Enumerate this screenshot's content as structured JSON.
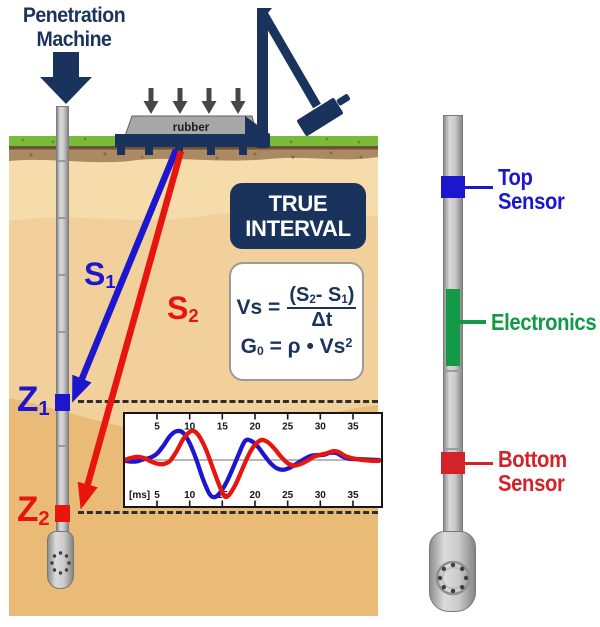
{
  "machine": {
    "title_line1": "Penetration",
    "title_line2": "Machine",
    "rubber_label": "rubber"
  },
  "method_box": {
    "line1": "TRUE",
    "line2": "INTERVAL"
  },
  "formula": {
    "vs_lhs": "Vs =",
    "num_p1": "(S",
    "num_s1": "2",
    "num_p2": "- S",
    "num_s2": "1",
    "num_p3": ")",
    "den": "Δt",
    "g_p1": "G",
    "g_s1": "0",
    "g_p2": " = ρ • Vs",
    "g_sup": "2"
  },
  "wave_labels": {
    "s1_base": "S",
    "s1_sub": "1",
    "s2_base": "S",
    "s2_sub": "2"
  },
  "depth_labels": {
    "z1_base": "Z",
    "z1_sub": "1",
    "z2_base": "Z",
    "z2_sub": "2"
  },
  "right_probe": {
    "top_sensor_line1": "Top",
    "top_sensor_line2": "Sensor",
    "electronics": "Electronics",
    "bottom_sensor_line1": "Bottom",
    "bottom_sensor_line2": "Sensor"
  },
  "chart_data": {
    "type": "line",
    "xlabel": "[ms]",
    "x_ticks": [
      5,
      10,
      15,
      20,
      25,
      30,
      35
    ],
    "x_range": [
      0,
      39
    ],
    "y_range": [
      -1,
      1
    ],
    "grid": false,
    "series": [
      {
        "name": "blue_trace",
        "color": "#1c17cf",
        "points": [
          [
            0,
            -0.02
          ],
          [
            1,
            -0.04
          ],
          [
            2,
            -0.03
          ],
          [
            3,
            0.02
          ],
          [
            4,
            0.06
          ],
          [
            5,
            0.16
          ],
          [
            6,
            0.36
          ],
          [
            7,
            0.6
          ],
          [
            8,
            0.72
          ],
          [
            9,
            0.68
          ],
          [
            10,
            0.42
          ],
          [
            11,
            0.02
          ],
          [
            12,
            -0.46
          ],
          [
            13,
            -0.84
          ],
          [
            13.7,
            -0.93
          ],
          [
            14.5,
            -0.85
          ],
          [
            15.5,
            -0.6
          ],
          [
            16.5,
            -0.25
          ],
          [
            17.5,
            0.14
          ],
          [
            18.5,
            0.48
          ],
          [
            19.5,
            0.47
          ],
          [
            20.5,
            0.32
          ],
          [
            21.5,
            0.1
          ],
          [
            22.5,
            -0.1
          ],
          [
            23.5,
            -0.22
          ],
          [
            24.5,
            -0.24
          ],
          [
            25.5,
            -0.18
          ],
          [
            26.5,
            -0.08
          ],
          [
            27.5,
            0.02
          ],
          [
            28.5,
            0.1
          ],
          [
            29.5,
            0.12
          ],
          [
            30.5,
            0.13
          ],
          [
            31.5,
            0.18
          ],
          [
            32.5,
            0.17
          ],
          [
            33.5,
            0.08
          ],
          [
            34.5,
            0.03
          ],
          [
            36,
            0.02
          ],
          [
            37.5,
            0.01
          ],
          [
            39,
            0
          ]
        ]
      },
      {
        "name": "red_trace",
        "color": "#e8140e",
        "points": [
          [
            0,
            0
          ],
          [
            1,
            0.05
          ],
          [
            2,
            0.08
          ],
          [
            3,
            0.05
          ],
          [
            4,
            -0.03
          ],
          [
            5,
            -0.09
          ],
          [
            6,
            -0.1
          ],
          [
            7,
            -0.02
          ],
          [
            8,
            0.22
          ],
          [
            9,
            0.52
          ],
          [
            10,
            0.7
          ],
          [
            10.7,
            0.72
          ],
          [
            11.5,
            0.58
          ],
          [
            12.5,
            0.26
          ],
          [
            13.5,
            -0.18
          ],
          [
            14.5,
            -0.62
          ],
          [
            15.3,
            -0.9
          ],
          [
            16,
            -0.88
          ],
          [
            17,
            -0.62
          ],
          [
            18,
            -0.25
          ],
          [
            19,
            0.12
          ],
          [
            20,
            0.38
          ],
          [
            21,
            0.5
          ],
          [
            22,
            0.44
          ],
          [
            23,
            0.28
          ],
          [
            24,
            0.08
          ],
          [
            25,
            -0.08
          ],
          [
            26,
            -0.14
          ],
          [
            27,
            -0.1
          ],
          [
            28,
            -0.02
          ],
          [
            29,
            0.08
          ],
          [
            30,
            0.13
          ],
          [
            31,
            0.17
          ],
          [
            32,
            0.22
          ],
          [
            32.8,
            0.2
          ],
          [
            33.8,
            0.1
          ],
          [
            35,
            0.04
          ],
          [
            36.5,
            0
          ],
          [
            38,
            -0.02
          ],
          [
            39,
            -0.02
          ]
        ]
      }
    ]
  },
  "colors": {
    "navy": "#1a335c",
    "blue": "#1c17cf",
    "red": "#e8150f",
    "red_text": "#d2232b",
    "green": "#129a47",
    "soil_light": "#f6dcab",
    "soil_mid": "#f1d09b",
    "soil_dark": "#eaba77",
    "topsoil_brown": "#aa8963",
    "topsoil_line": "#6f5138",
    "grass": "#7abc3a",
    "rod_gray": "#c6c6c6",
    "pad_gray": "#a7a7a7",
    "hammer_arrow_gray": "#474747"
  }
}
